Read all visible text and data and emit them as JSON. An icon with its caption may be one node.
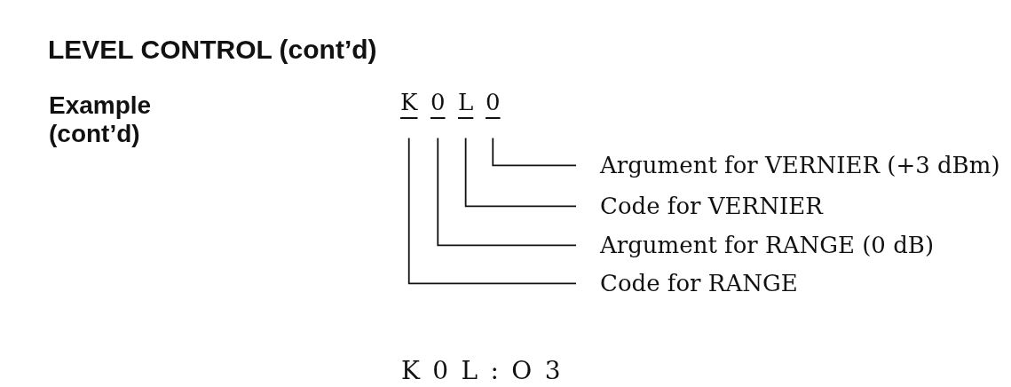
{
  "diagram": {
    "title": "LEVEL CONTROL (cont’d)",
    "nodes": [
      {
        "text": [
          "K"
        ]
      },
      {
        "text": [
          "0"
        ]
      },
      {
        "text": [
          "L"
        ]
      },
      {
        "text": [
          "0"
        ]
      },
      {
        "text": [
          "Argument for VERNIER (+3 dBm)"
        ]
      },
      {
        "text": [
          "Code for VERNIER"
        ]
      },
      {
        "text": [
          "Argument for RANGE (0 dB)"
        ]
      },
      {
        "text": [
          "Code for RANGE"
        ]
      }
    ],
    "edges": [
      {
        "from": 4,
        "to": 3,
        "arrow": "none"
      },
      {
        "from": 5,
        "to": 2,
        "arrow": "none"
      },
      {
        "from": 6,
        "to": 1,
        "arrow": "none"
      },
      {
        "from": 7,
        "to": 0,
        "arrow": "none"
      }
    ],
    "labels": [
      "Example (cont’d)",
      "K 0 L : O 3"
    ]
  }
}
